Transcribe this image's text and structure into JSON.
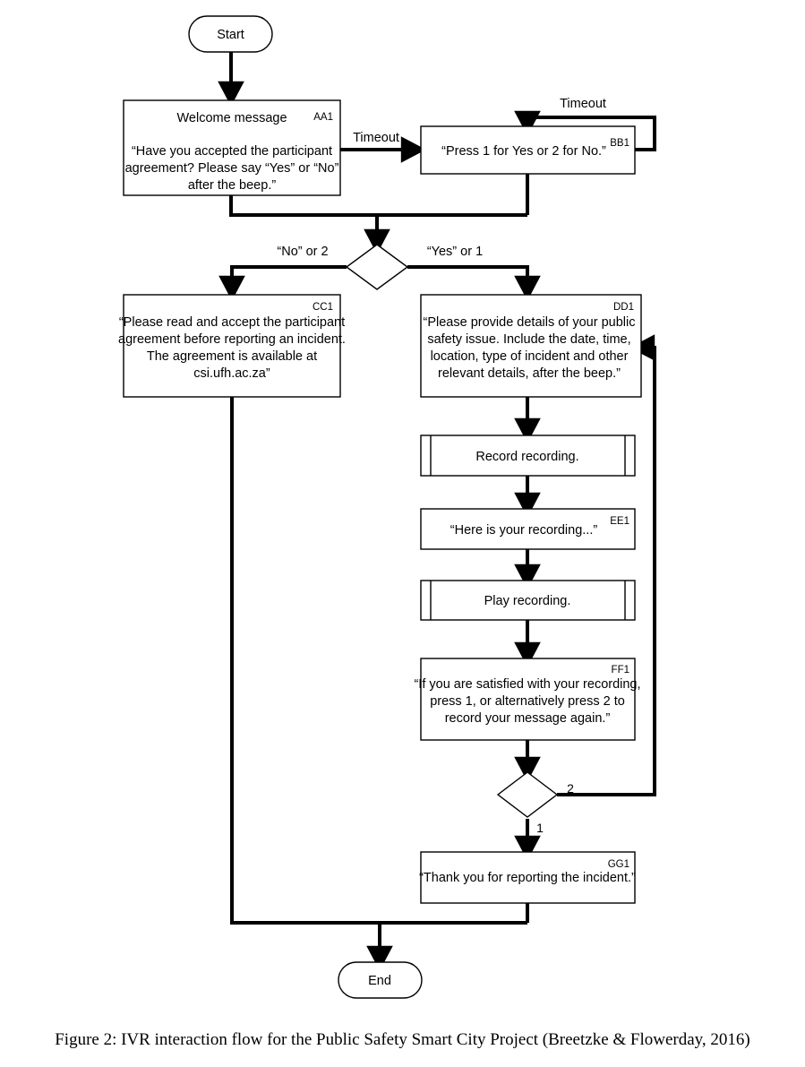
{
  "figure": {
    "caption": "Figure 2:  IVR interaction flow for the Public Safety Smart City Project (Breetzke & Flowerday, 2016)",
    "stroke_color": "#000000",
    "fill_color": "#ffffff"
  },
  "nodes": {
    "start": {
      "label": "Start",
      "shape": "terminator"
    },
    "end": {
      "label": "End",
      "shape": "terminator"
    },
    "aa1": {
      "tag": "AA1",
      "shape": "process",
      "heading": "Welcome message",
      "lines": [
        "“Have you accepted the participant",
        "agreement?  Please say “Yes” or “No”",
        "after the beep.”"
      ]
    },
    "bb1": {
      "tag": "BB1",
      "shape": "process",
      "lines": [
        "“Press 1 for Yes or 2 for No.”"
      ]
    },
    "cc1": {
      "tag": "CC1",
      "shape": "process",
      "lines": [
        "“Please read and accept the participant",
        "agreement before reporting an incident.",
        "The agreement is available at",
        "csi.ufh.ac.za”"
      ]
    },
    "dd1": {
      "tag": "DD1",
      "shape": "process",
      "lines": [
        "“Please provide details of your public",
        "safety issue.  Include the date, time,",
        "location, type of incident and other",
        "relevant details, after the beep.”"
      ]
    },
    "record": {
      "tag": "",
      "shape": "predefined-process",
      "lines": [
        "Record recording."
      ]
    },
    "ee1": {
      "tag": "EE1",
      "shape": "process",
      "lines": [
        "“Here is your recording...”"
      ]
    },
    "play": {
      "tag": "",
      "shape": "predefined-process",
      "lines": [
        "Play recording."
      ]
    },
    "ff1": {
      "tag": "FF1",
      "shape": "process",
      "lines": [
        "“If you are satisfied with your recording,",
        "press 1, or alternatively press 2 to",
        "record your message again.”"
      ]
    },
    "gg1": {
      "tag": "GG1",
      "shape": "process",
      "lines": [
        "“Thank you for reporting the incident.”"
      ]
    },
    "decision1": {
      "shape": "decision",
      "label": ""
    },
    "decision2": {
      "shape": "decision",
      "label": ""
    }
  },
  "edge_labels": {
    "timeout_aa_to_bb": "Timeout",
    "timeout_bb_loop": "Timeout",
    "no_or_2": "“No” or 2",
    "yes_or_1": "“Yes” or 1",
    "press_2": "2",
    "press_1": "1"
  }
}
